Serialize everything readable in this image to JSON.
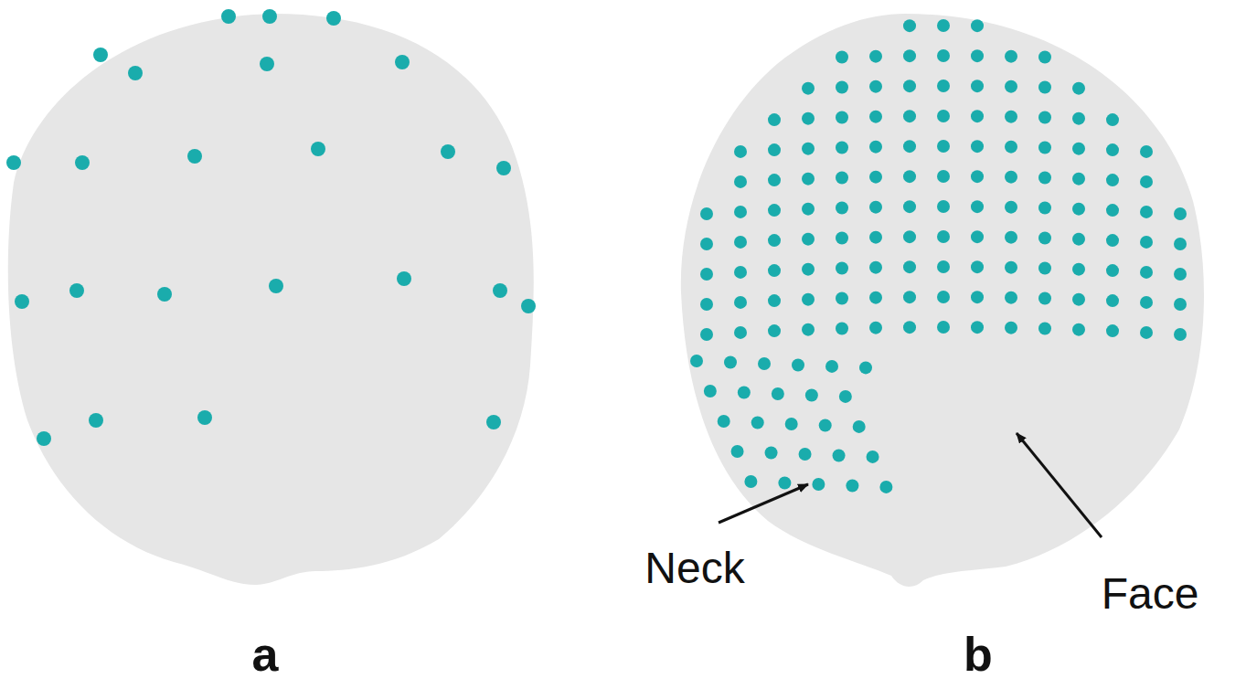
{
  "diagram": {
    "labels": [
      "a",
      "b",
      "Neck",
      "Face"
    ]
  }
}
